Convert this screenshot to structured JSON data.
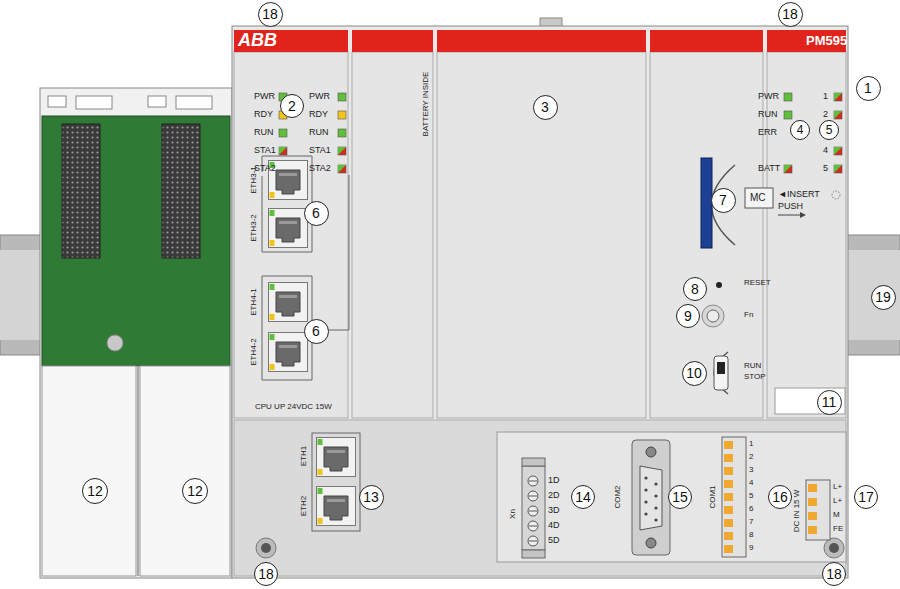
{
  "diagram": {
    "labels": [
      "18",
      "18",
      "ABB",
      "PM595",
      "1",
      "PWR",
      "RDY",
      "RUN",
      "STA1",
      "STA2",
      "PWR",
      "RDY",
      "RUN",
      "STA1",
      "STA2",
      "2",
      "3",
      "BATTERY INSIDE",
      "PWR",
      "RUN",
      "ERR",
      "BATT",
      "4",
      "5",
      "1",
      "2",
      "4",
      "5",
      "ETH3-1",
      "ETH3-2",
      "6",
      "ETH4-1",
      "ETH4-2",
      "6",
      "CPU UP 24VDC 15W",
      "MC",
      "◄INSERT",
      "PUSH",
      "7",
      "8",
      "RESET",
      "9",
      "Fn",
      "10",
      "RUN",
      "STOP",
      "11",
      "12",
      "12",
      "ETH1",
      "ETH2",
      "13",
      "Xn",
      "1D",
      "2D",
      "3D",
      "4D",
      "5D",
      "14",
      "COM2",
      "15",
      "COM1",
      "1",
      "2",
      "3",
      "4",
      "5",
      "6",
      "7",
      "8",
      "9",
      "16",
      "DC IN 15 W",
      "L+",
      "L+",
      "M",
      "FE",
      "17",
      "18",
      "18",
      "19"
    ]
  }
}
